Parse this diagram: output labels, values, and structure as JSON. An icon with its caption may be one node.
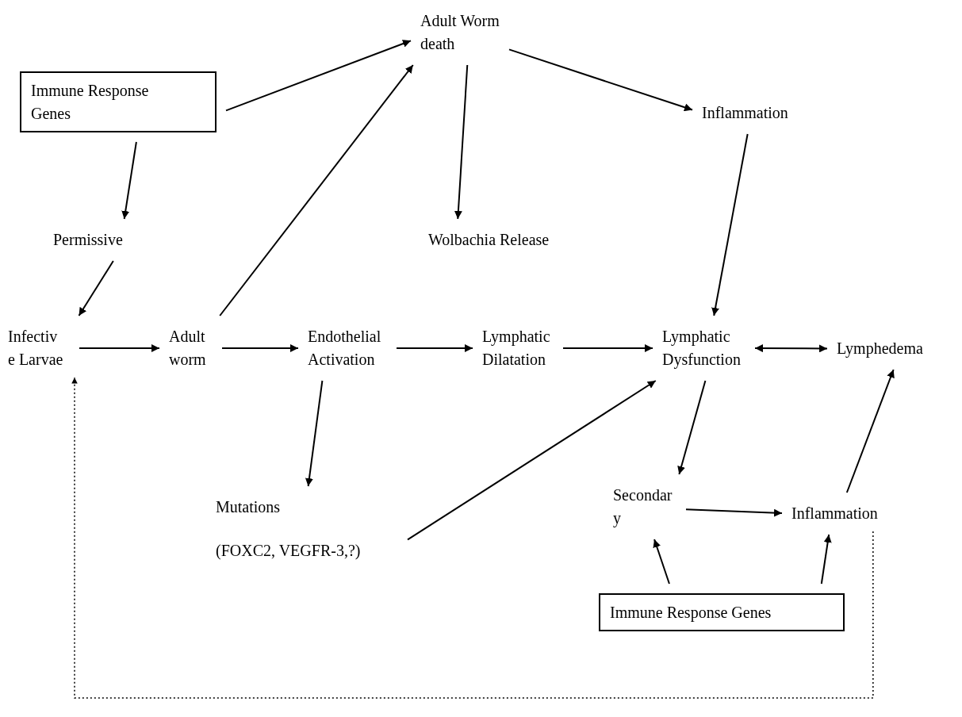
{
  "diagram": {
    "nodes": [
      {
        "text": [
          "Adult Worm death"
        ]
      },
      {
        "text": [
          "Immune Response Genes"
        ]
      },
      {
        "text": [
          "Inflammation"
        ]
      },
      {
        "text": [
          "Permissive"
        ]
      },
      {
        "text": [
          "Wolbachia Release"
        ]
      },
      {
        "text": [
          "Infectiv e Larvae"
        ]
      },
      {
        "text": [
          "Adult worm"
        ]
      },
      {
        "text": [
          "Endothelial Activation"
        ]
      },
      {
        "text": [
          "Lymphatic Dilatation"
        ]
      },
      {
        "text": [
          "Lymphatic Dysfunction"
        ]
      },
      {
        "text": [
          "Lymphedema"
        ]
      },
      {
        "text": [
          "Mutations",
          "(FOXC2, VEGFR-3,?)"
        ]
      },
      {
        "text": [
          "Secondar y"
        ]
      },
      {
        "text": [
          "Inflammation"
        ]
      },
      {
        "text": [
          "Immune Response Genes"
        ]
      }
    ],
    "edges": [
      {
        "from": 1,
        "to": 0,
        "arrow": "to"
      },
      {
        "from": 6,
        "to": 0,
        "arrow": "to"
      },
      {
        "from": 0,
        "to": 4,
        "arrow": "to"
      },
      {
        "from": 0,
        "to": 2,
        "arrow": "to"
      },
      {
        "from": 1,
        "to": 3,
        "arrow": "to"
      },
      {
        "from": 3,
        "to": 5,
        "arrow": "to"
      },
      {
        "from": 5,
        "to": 6,
        "arrow": "to"
      },
      {
        "from": 6,
        "to": 7,
        "arrow": "to"
      },
      {
        "from": 7,
        "to": 8,
        "arrow": "to"
      },
      {
        "from": 8,
        "to": 9,
        "arrow": "to"
      },
      {
        "from": 2,
        "to": 9,
        "arrow": "to"
      },
      {
        "from": 9,
        "to": 10,
        "arrow": "both"
      },
      {
        "from": 7,
        "to": 11,
        "arrow": "to"
      },
      {
        "from": 11,
        "to": 9,
        "arrow": "to"
      },
      {
        "from": 9,
        "to": 12,
        "arrow": "to"
      },
      {
        "from": 12,
        "to": 13,
        "arrow": "to"
      },
      {
        "from": 13,
        "to": 10,
        "arrow": "to"
      },
      {
        "from": 14,
        "to": 12,
        "arrow": "to"
      },
      {
        "from": 14,
        "to": 13,
        "arrow": "to"
      },
      {
        "from": 13,
        "to": 5,
        "arrow": "to",
        "style": "dashed"
      }
    ]
  }
}
